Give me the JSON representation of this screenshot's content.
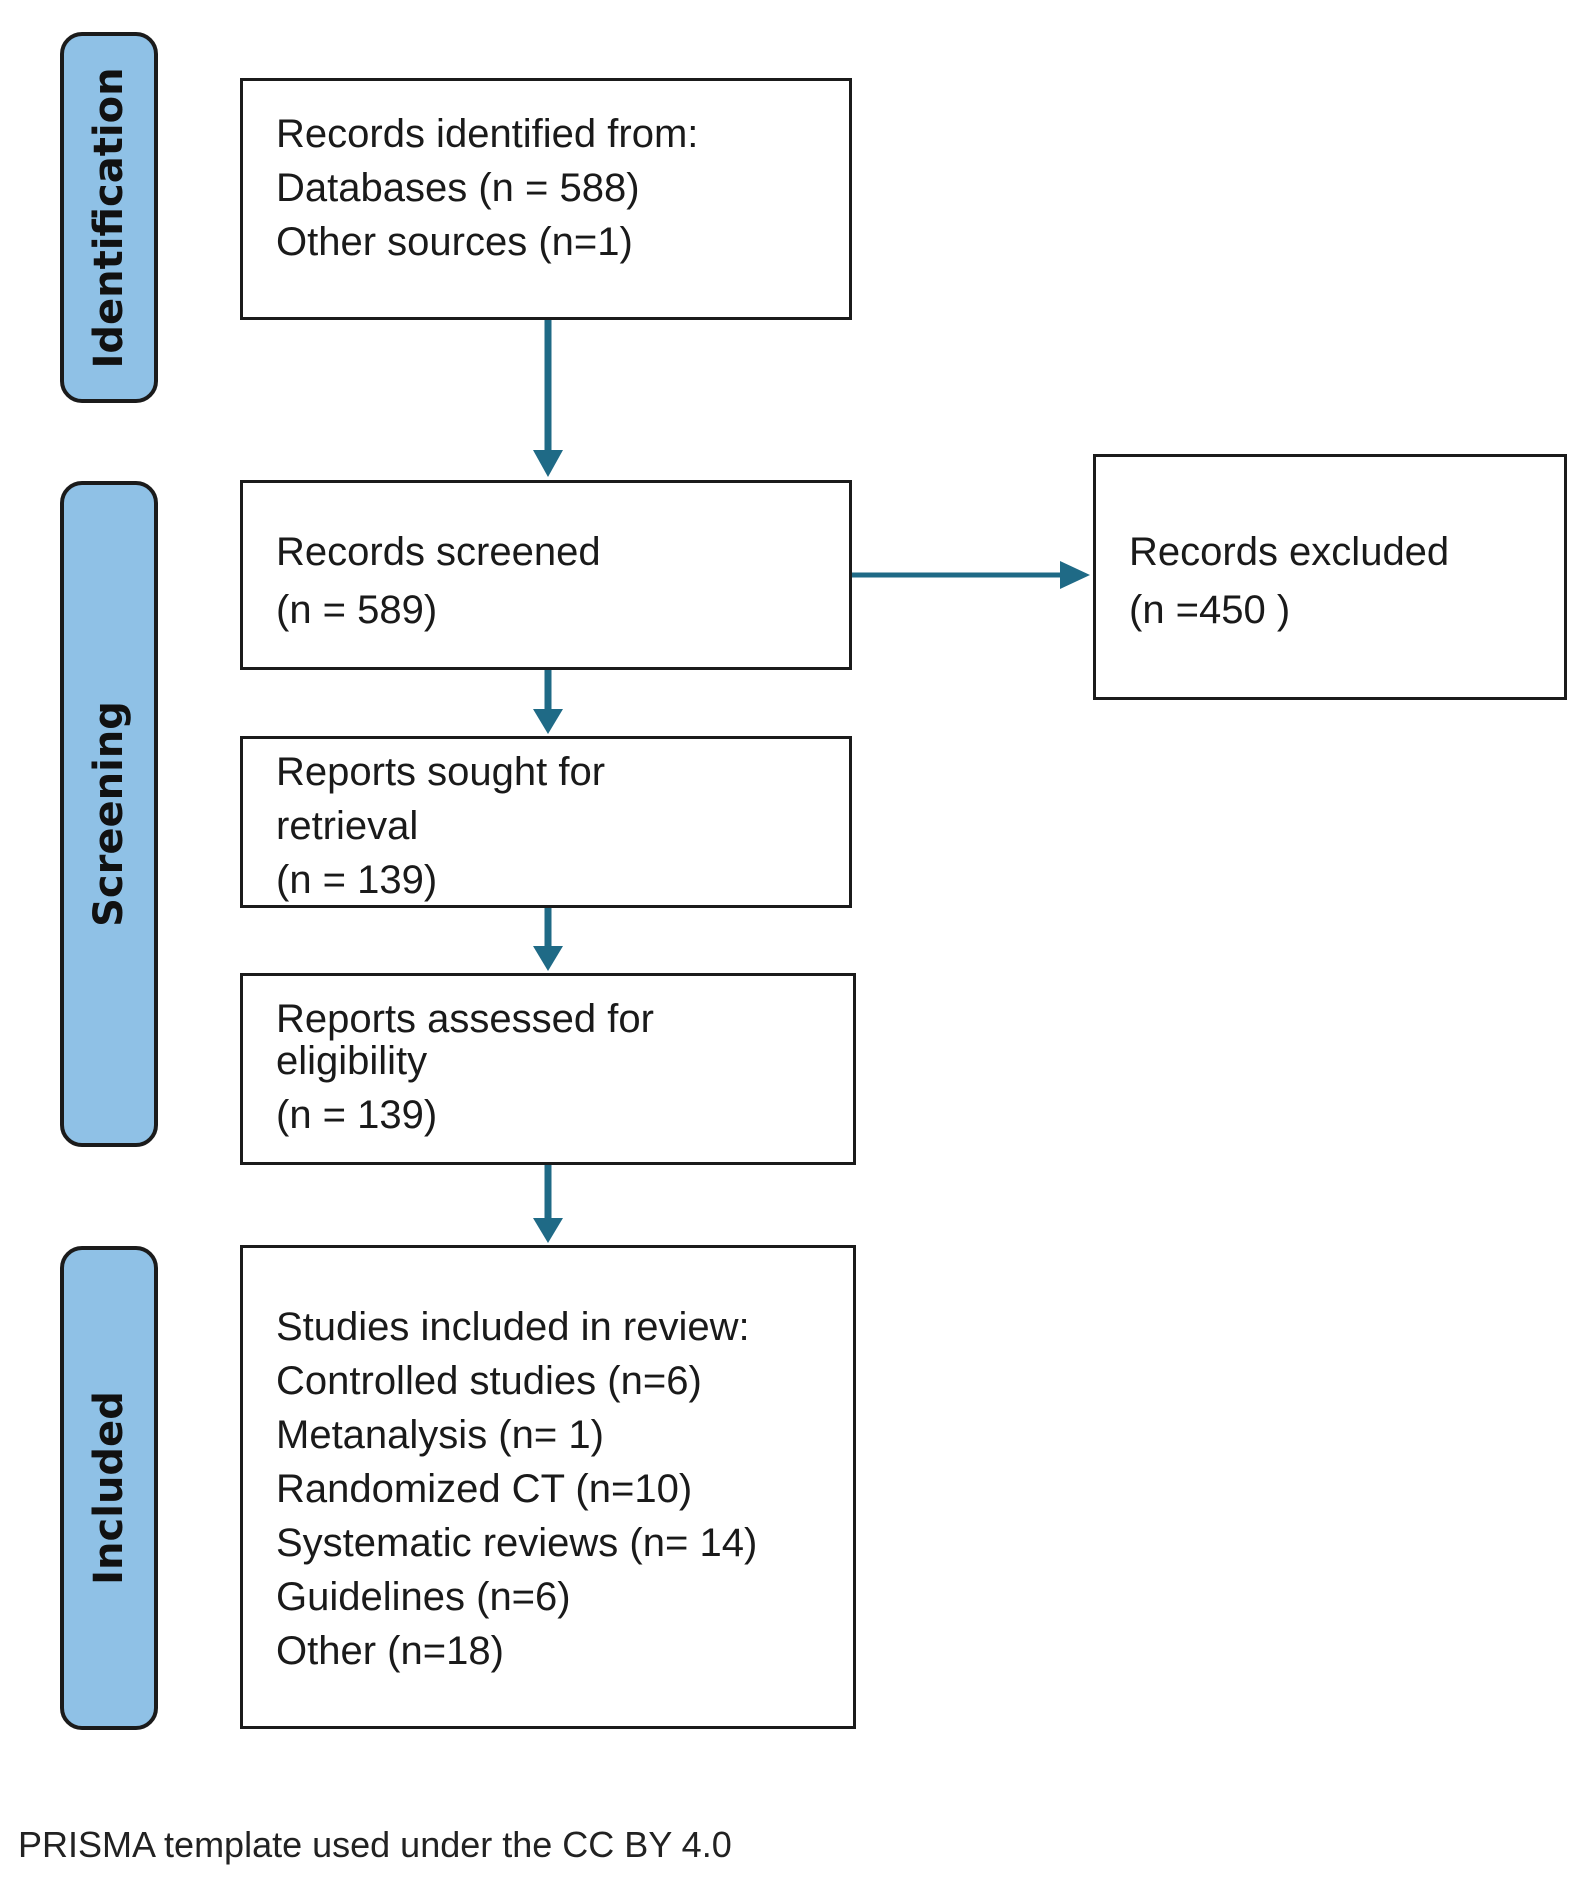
{
  "stages": [
    {
      "id": "identification",
      "label": "Identification"
    },
    {
      "id": "screening",
      "label": "Screening"
    },
    {
      "id": "included",
      "label": "Included"
    }
  ],
  "boxes": {
    "records_identified": [
      "Records identified from:",
      "Databases (n = 588)",
      "Other sources (n=1)"
    ],
    "records_screened": [
      "Records screened",
      "(n = 589)"
    ],
    "records_excluded": [
      "Records excluded",
      "(n =450 )"
    ],
    "reports_sought": [
      "Reports sought for",
      "retrieval",
      "(n = 139)"
    ],
    "reports_assessed": [
      "Reports assessed for",
      "eligibility",
      "(n = 139)"
    ],
    "studies_included": [
      "Studies included in review:",
      "Controlled studies (n=6)",
      "Metanalysis (n= 1)",
      "Randomized CT (n=10)",
      "Systematic reviews (n= 14)",
      "Guidelines (n=6)",
      "Other (n=18)"
    ]
  },
  "footer": "PRISMA template used under the CC BY 4.0",
  "colors": {
    "stage_fill": "#8fc1e6",
    "arrow": "#1f6a86",
    "border": "#1b1b1b"
  }
}
